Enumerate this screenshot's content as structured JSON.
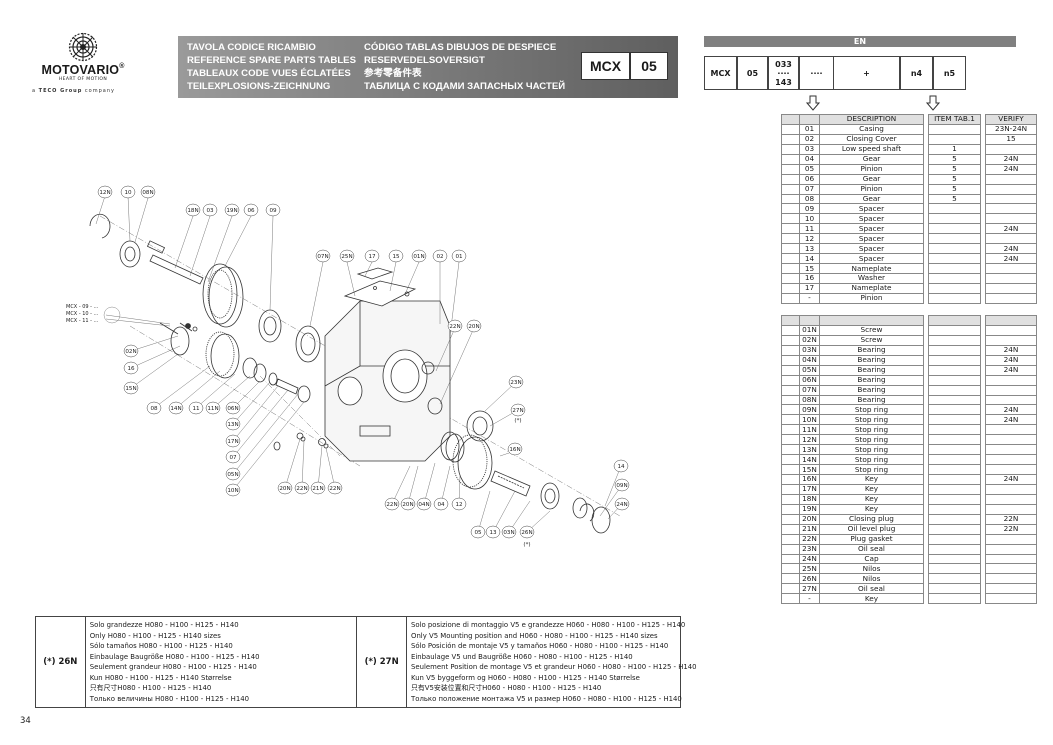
{
  "logo": {
    "brand": "MOTOVARIO",
    "registered": "®",
    "tagline": "HEART OF MOTION",
    "group_prefix": "a",
    "group_name": "TECO Group",
    "group_suffix": "company"
  },
  "header": {
    "col1": [
      "TAVOLA CODICE RICAMBIO",
      "REFERENCE SPARE PARTS TABLES",
      "TABLEAUX CODE VUES ÉCLATÉES",
      "TEILEXPLOSIONS-ZEICHNUNG"
    ],
    "col2": [
      "CÓDIGO TABLAS DIBUJOS DE DESPIECE",
      "RESERVEDELSOVERSIGT",
      "参考零备件表",
      "ТАБЛИЦА С КОДАМИ ЗАПАСНЫХ ЧАСТЕЙ"
    ],
    "code_model": "MCX",
    "code_size": "05"
  },
  "code": {
    "lang": "EN",
    "c1": "MCX",
    "c2": "05",
    "c3_top": "033",
    "c3_mid": "····",
    "c3_bot": "143",
    "c4": "····",
    "plus": "+",
    "n4": "n4",
    "n5": "n5"
  },
  "table": {
    "headers": {
      "description": "DESCRIPTION",
      "item": "ITEM TAB.1",
      "verify": "VERIFY"
    },
    "rows1": [
      {
        "pos": "01",
        "desc": "Casing",
        "item": "",
        "verify": "23N-24N"
      },
      {
        "pos": "02",
        "desc": "Closing Cover",
        "item": "",
        "verify": "15"
      },
      {
        "pos": "03",
        "desc": "Low speed shaft",
        "item": "1",
        "verify": ""
      },
      {
        "pos": "04",
        "desc": "Gear",
        "item": "5",
        "verify": "24N"
      },
      {
        "pos": "05",
        "desc": "Pinion",
        "item": "5",
        "verify": "24N"
      },
      {
        "pos": "06",
        "desc": "Gear",
        "item": "5",
        "verify": ""
      },
      {
        "pos": "07",
        "desc": "Pinion",
        "item": "5",
        "verify": ""
      },
      {
        "pos": "08",
        "desc": "Gear",
        "item": "5",
        "verify": ""
      },
      {
        "pos": "09",
        "desc": "Spacer",
        "item": "",
        "verify": ""
      },
      {
        "pos": "10",
        "desc": "Spacer",
        "item": "",
        "verify": ""
      },
      {
        "pos": "11",
        "desc": "Spacer",
        "item": "",
        "verify": "24N"
      },
      {
        "pos": "12",
        "desc": "Spacer",
        "item": "",
        "verify": ""
      },
      {
        "pos": "13",
        "desc": "Spacer",
        "item": "",
        "verify": "24N"
      },
      {
        "pos": "14",
        "desc": "Spacer",
        "item": "",
        "verify": "24N"
      },
      {
        "pos": "15",
        "desc": "Nameplate",
        "item": "",
        "verify": ""
      },
      {
        "pos": "16",
        "desc": "Washer",
        "item": "",
        "verify": ""
      },
      {
        "pos": "17",
        "desc": "Nameplate",
        "item": "",
        "verify": ""
      },
      {
        "pos": "-",
        "desc": "Pinion",
        "item": "",
        "verify": ""
      }
    ],
    "rows2": [
      {
        "pos": "01N",
        "desc": "Screw",
        "item": "",
        "verify": ""
      },
      {
        "pos": "02N",
        "desc": "Screw",
        "item": "",
        "verify": ""
      },
      {
        "pos": "03N",
        "desc": "Bearing",
        "item": "",
        "verify": "24N"
      },
      {
        "pos": "04N",
        "desc": "Bearing",
        "item": "",
        "verify": "24N"
      },
      {
        "pos": "05N",
        "desc": "Bearing",
        "item": "",
        "verify": "24N"
      },
      {
        "pos": "06N",
        "desc": "Bearing",
        "item": "",
        "verify": ""
      },
      {
        "pos": "07N",
        "desc": "Bearing",
        "item": "",
        "verify": ""
      },
      {
        "pos": "08N",
        "desc": "Bearing",
        "item": "",
        "verify": ""
      },
      {
        "pos": "09N",
        "desc": "Stop ring",
        "item": "",
        "verify": "24N"
      },
      {
        "pos": "10N",
        "desc": "Stop ring",
        "item": "",
        "verify": "24N"
      },
      {
        "pos": "11N",
        "desc": "Stop ring",
        "item": "",
        "verify": ""
      },
      {
        "pos": "12N",
        "desc": "Stop ring",
        "item": "",
        "verify": ""
      },
      {
        "pos": "13N",
        "desc": "Stop ring",
        "item": "",
        "verify": ""
      },
      {
        "pos": "14N",
        "desc": "Stop ring",
        "item": "",
        "verify": ""
      },
      {
        "pos": "15N",
        "desc": "Stop ring",
        "item": "",
        "verify": ""
      },
      {
        "pos": "16N",
        "desc": "Key",
        "item": "",
        "verify": "24N"
      },
      {
        "pos": "17N",
        "desc": "Key",
        "item": "",
        "verify": ""
      },
      {
        "pos": "18N",
        "desc": "Key",
        "item": "",
        "verify": ""
      },
      {
        "pos": "19N",
        "desc": "Key",
        "item": "",
        "verify": ""
      },
      {
        "pos": "20N",
        "desc": "Closing plug",
        "item": "",
        "verify": "22N"
      },
      {
        "pos": "21N",
        "desc": "Oil level plug",
        "item": "",
        "verify": "22N"
      },
      {
        "pos": "22N",
        "desc": "Plug gasket",
        "item": "",
        "verify": ""
      },
      {
        "pos": "23N",
        "desc": "Oil seal",
        "item": "",
        "verify": ""
      },
      {
        "pos": "24N",
        "desc": "Cap",
        "item": "",
        "verify": ""
      },
      {
        "pos": "25N",
        "desc": "Nilos",
        "item": "",
        "verify": ""
      },
      {
        "pos": "26N",
        "desc": "Nilos",
        "item": "",
        "verify": ""
      },
      {
        "pos": "27N",
        "desc": "Oil seal",
        "item": "",
        "verify": ""
      },
      {
        "pos": "-",
        "desc": "Key",
        "item": "",
        "verify": ""
      }
    ]
  },
  "diagram": {
    "side_labels": [
      "MCX - 09 - ...",
      "MCX - 10 - ...",
      "MCX - 11 - ..."
    ],
    "callouts": [
      "12N",
      "10",
      "08N",
      "18N",
      "03",
      "19N",
      "06",
      "09",
      "07N",
      "25N",
      "17",
      "15",
      "01N",
      "02",
      "01",
      "22N",
      "20N",
      "02N",
      "16",
      "15N",
      "08",
      "14N",
      "11",
      "11N",
      "06N",
      "13N",
      "17N",
      "07",
      "05N",
      "10N",
      "20N",
      "22N",
      "21N",
      "22N",
      "23N",
      "27N",
      "(*)",
      "16N",
      "14",
      "09N",
      "24N",
      "22N",
      "20N",
      "04N",
      "04",
      "12",
      "05",
      "13",
      "03N",
      "26N",
      "(*)"
    ]
  },
  "footnotes": {
    "left_label": "(*) 26N",
    "left_lines": [
      "Solo grandezze H080 - H100 - H125 - H140",
      "Only H080 - H100 - H125 - H140 sizes",
      "Sólo tamaños H080 - H100 - H125 - H140",
      "Einbaulage Baugröße H080 - H100 - H125 - H140",
      "Seulement grandeur H080 - H100 - H125 - H140",
      "Kun H080 - H100 - H125 - H140 Størrelse",
      "只有尺寸H080 - H100 - H125 - H140",
      "Только величины H080 - H100 - H125 - H140"
    ],
    "right_label": "(*) 27N",
    "right_lines": [
      "Solo posizione di montaggio V5 e grandezze H060 - H080 - H100 - H125 - H140",
      "Only V5 Mounting position and H060 - H080 - H100 - H125 - H140 sizes",
      "Sólo Posición de montaje V5 y tamaños H060 - H080 - H100 - H125 - H140",
      "Einbaulage V5 und Baugröße H060 - H080 - H100 - H125 - H140",
      "Seulement Position de montage V5 et grandeur H060 - H080 - H100 - H125 - H140",
      "Kun V5 byggeform og H060 - H080 - H100 - H125 - H140 Størrelse",
      "只有V5安装位置和尺寸H060 - H080 - H100 - H125 - H140",
      "Только положение монтажа V5 и размер H060 - H080 - H100 - H125 - H140"
    ]
  },
  "page_number": "34"
}
